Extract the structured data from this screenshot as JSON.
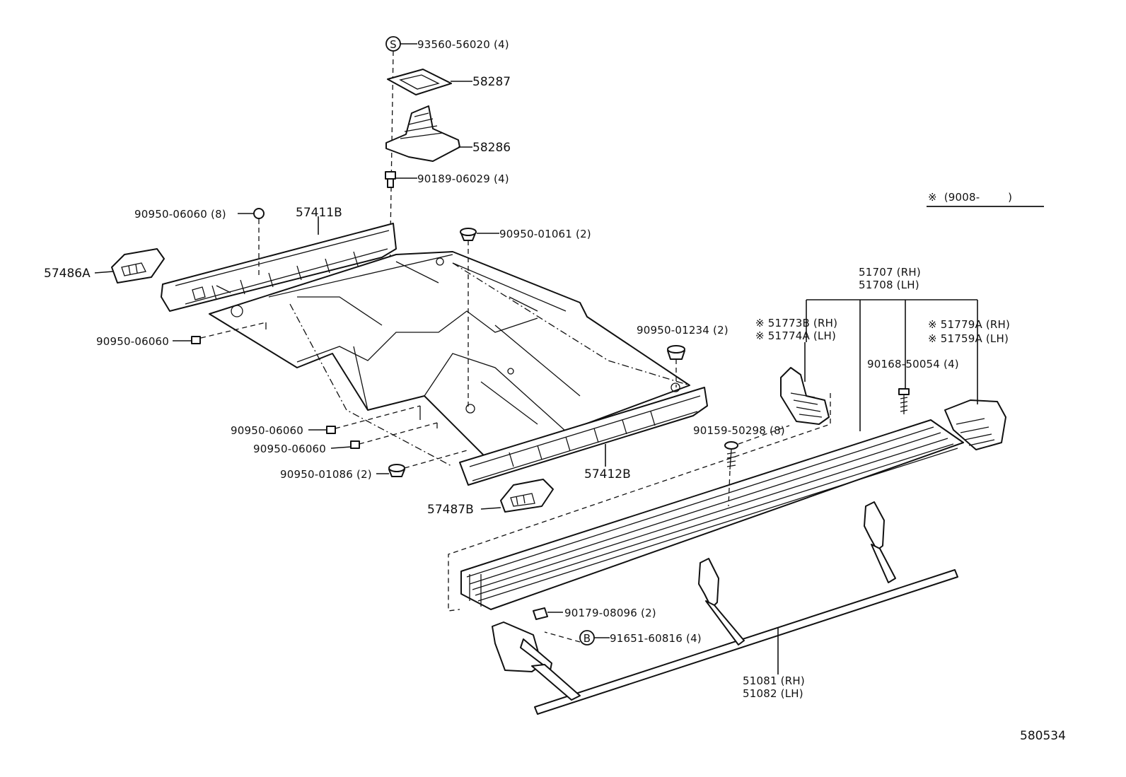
{
  "labels": {
    "p93560": "93560-56020 (4)",
    "p58287": "58287",
    "p58286": "58286",
    "p90189": "90189-06029 (4)",
    "p90950_06060_8": "90950-06060 (8)",
    "p57411b": "57411B",
    "p90950_01061": "90950-01061 (2)",
    "p57486a": "57486A",
    "p90950_06060_a": "90950-06060",
    "p90950_01234": "90950-01234 (2)",
    "p90950_06060_b": "90950-06060",
    "p90950_06060_c": "90950-06060",
    "p90950_01086": "90950-01086 (2)",
    "p57412b": "57412B",
    "p57487b": "57487B",
    "p90159": "90159-50298 (8)",
    "p51707": "51707 (RH)",
    "p51708": "51708 (LH)",
    "p51773b": "※ 51773B (RH)",
    "p51774a": "※ 51774A (LH)",
    "p51779a": "※ 51779A (RH)",
    "p51759a": "※ 51759A (LH)",
    "p90168": "90168-50054 (4)",
    "p90179": "90179-08096 (2)",
    "p91651": "91651-60816 (4)",
    "p51081": "51081 (RH)",
    "p51082": "51082 (LH)",
    "note": "※  (9008-        )",
    "diagram_id": "580534",
    "badge_s": "S",
    "badge_b": "B"
  }
}
